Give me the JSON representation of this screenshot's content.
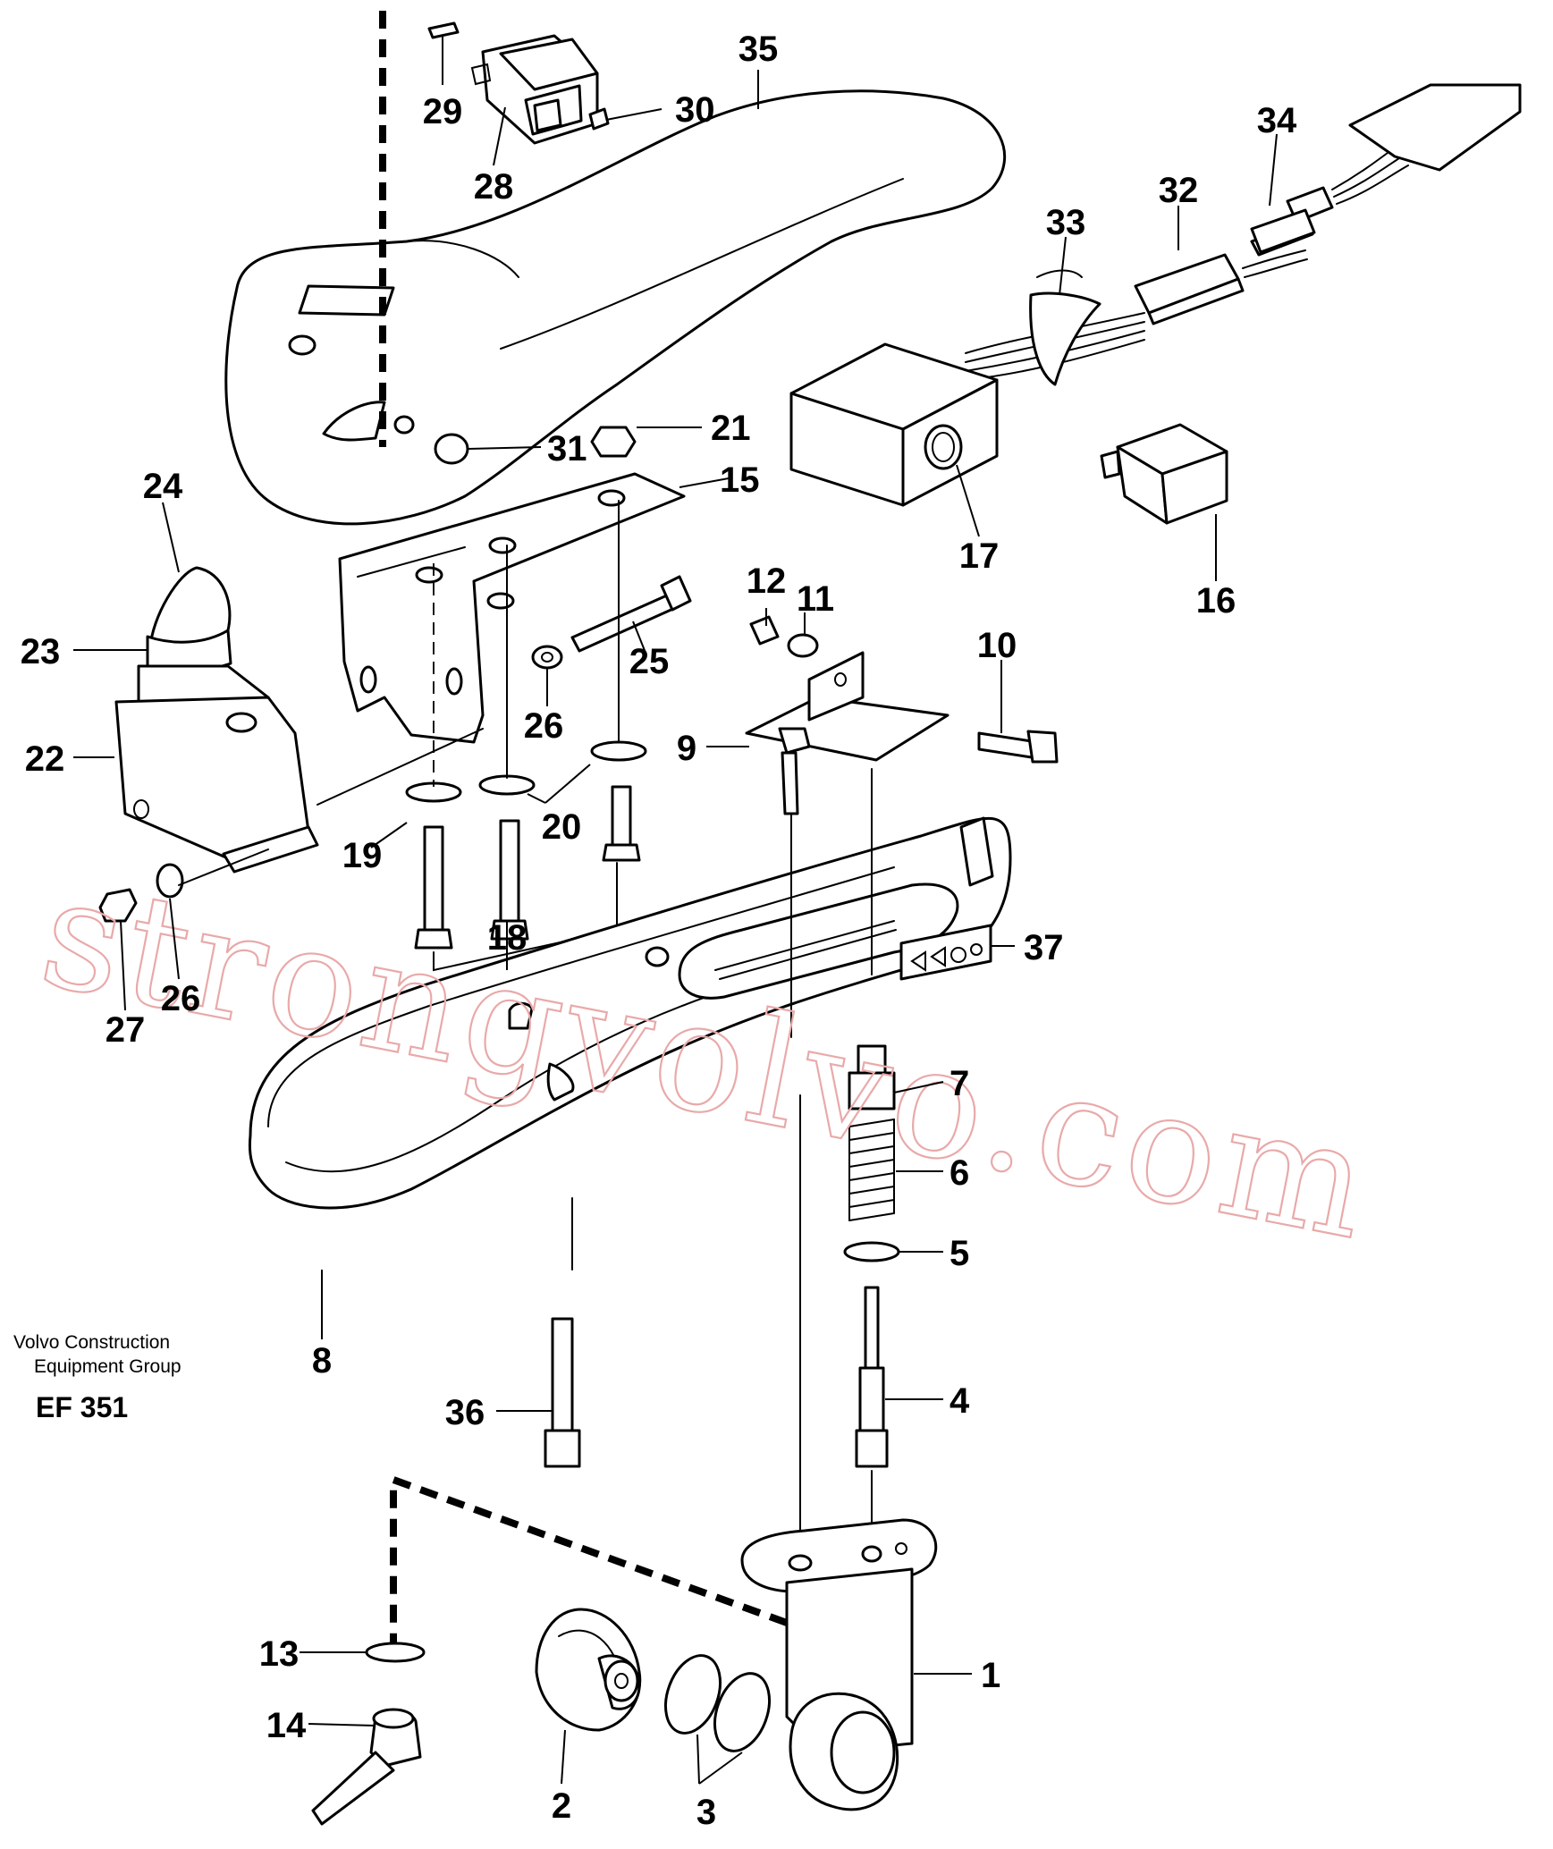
{
  "footer": {
    "maker_line1": "Volvo Construction",
    "maker_line2": "Equipment Group",
    "code": "EF 351"
  },
  "watermark": "strongvolvo.com",
  "callouts": [
    {
      "id": "c35",
      "label": "35"
    },
    {
      "id": "c29",
      "label": "29"
    },
    {
      "id": "c30",
      "label": "30"
    },
    {
      "id": "c28",
      "label": "28"
    },
    {
      "id": "c34",
      "label": "34"
    },
    {
      "id": "c32",
      "label": "32"
    },
    {
      "id": "c33",
      "label": "33"
    },
    {
      "id": "c21",
      "label": "21"
    },
    {
      "id": "c31",
      "label": "31"
    },
    {
      "id": "c15",
      "label": "15"
    },
    {
      "id": "c24",
      "label": "24"
    },
    {
      "id": "c17",
      "label": "17"
    },
    {
      "id": "c16",
      "label": "16"
    },
    {
      "id": "c23",
      "label": "23"
    },
    {
      "id": "c12",
      "label": "12"
    },
    {
      "id": "c11",
      "label": "11"
    },
    {
      "id": "c25",
      "label": "25"
    },
    {
      "id": "c10",
      "label": "10"
    },
    {
      "id": "c22",
      "label": "22"
    },
    {
      "id": "c26a",
      "label": "26"
    },
    {
      "id": "c9",
      "label": "9"
    },
    {
      "id": "c20",
      "label": "20"
    },
    {
      "id": "c19",
      "label": "19"
    },
    {
      "id": "c18",
      "label": "18"
    },
    {
      "id": "c37",
      "label": "37"
    },
    {
      "id": "c27",
      "label": "27"
    },
    {
      "id": "c26b",
      "label": "26"
    },
    {
      "id": "c7",
      "label": "7"
    },
    {
      "id": "c6",
      "label": "6"
    },
    {
      "id": "c5",
      "label": "5"
    },
    {
      "id": "c8",
      "label": "8"
    },
    {
      "id": "c4",
      "label": "4"
    },
    {
      "id": "c36",
      "label": "36"
    },
    {
      "id": "c1",
      "label": "1"
    },
    {
      "id": "c13",
      "label": "13"
    },
    {
      "id": "c14",
      "label": "14"
    },
    {
      "id": "c2",
      "label": "2"
    },
    {
      "id": "c3",
      "label": "3"
    }
  ]
}
